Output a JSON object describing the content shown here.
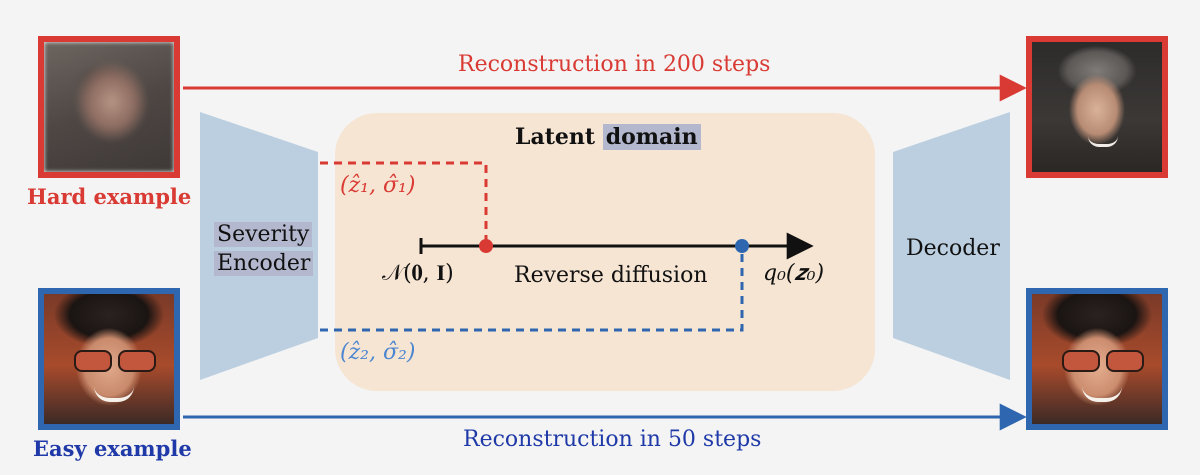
{
  "colors": {
    "hard": "#d93a33",
    "easy": "#2e66b0",
    "encoder": "#bccfe0",
    "latent": "#f6e5d3",
    "highlight": "#b3b8cf",
    "background": "#f4f4f4"
  },
  "top_arrow_label": "Reconstruction in 200 steps",
  "bottom_arrow_label": "Reconstruction in 50 steps",
  "hard_example_label": "Hard example",
  "easy_example_label": "Easy example",
  "encoder": {
    "line1": "Severity",
    "line2": "Encoder"
  },
  "decoder_label": "Decoder",
  "latent": {
    "title_word1": "Latent",
    "title_word2": "domain"
  },
  "axis": {
    "start_label": "𝒩(𝟎, 𝐈)",
    "middle_label": "Reverse diffusion",
    "end_label": "q₀(𝒛₀)"
  },
  "estimate1_label": "(ẑ₁, σ̂₁)",
  "estimate2_label": "(ẑ₂, σ̂₂)",
  "images": {
    "hard_input": "blurred-face-photo",
    "hard_output": "restored-face-photo",
    "easy_input": "face-with-sunglasses-photo",
    "easy_output": "face-with-sunglasses-restored-photo"
  }
}
